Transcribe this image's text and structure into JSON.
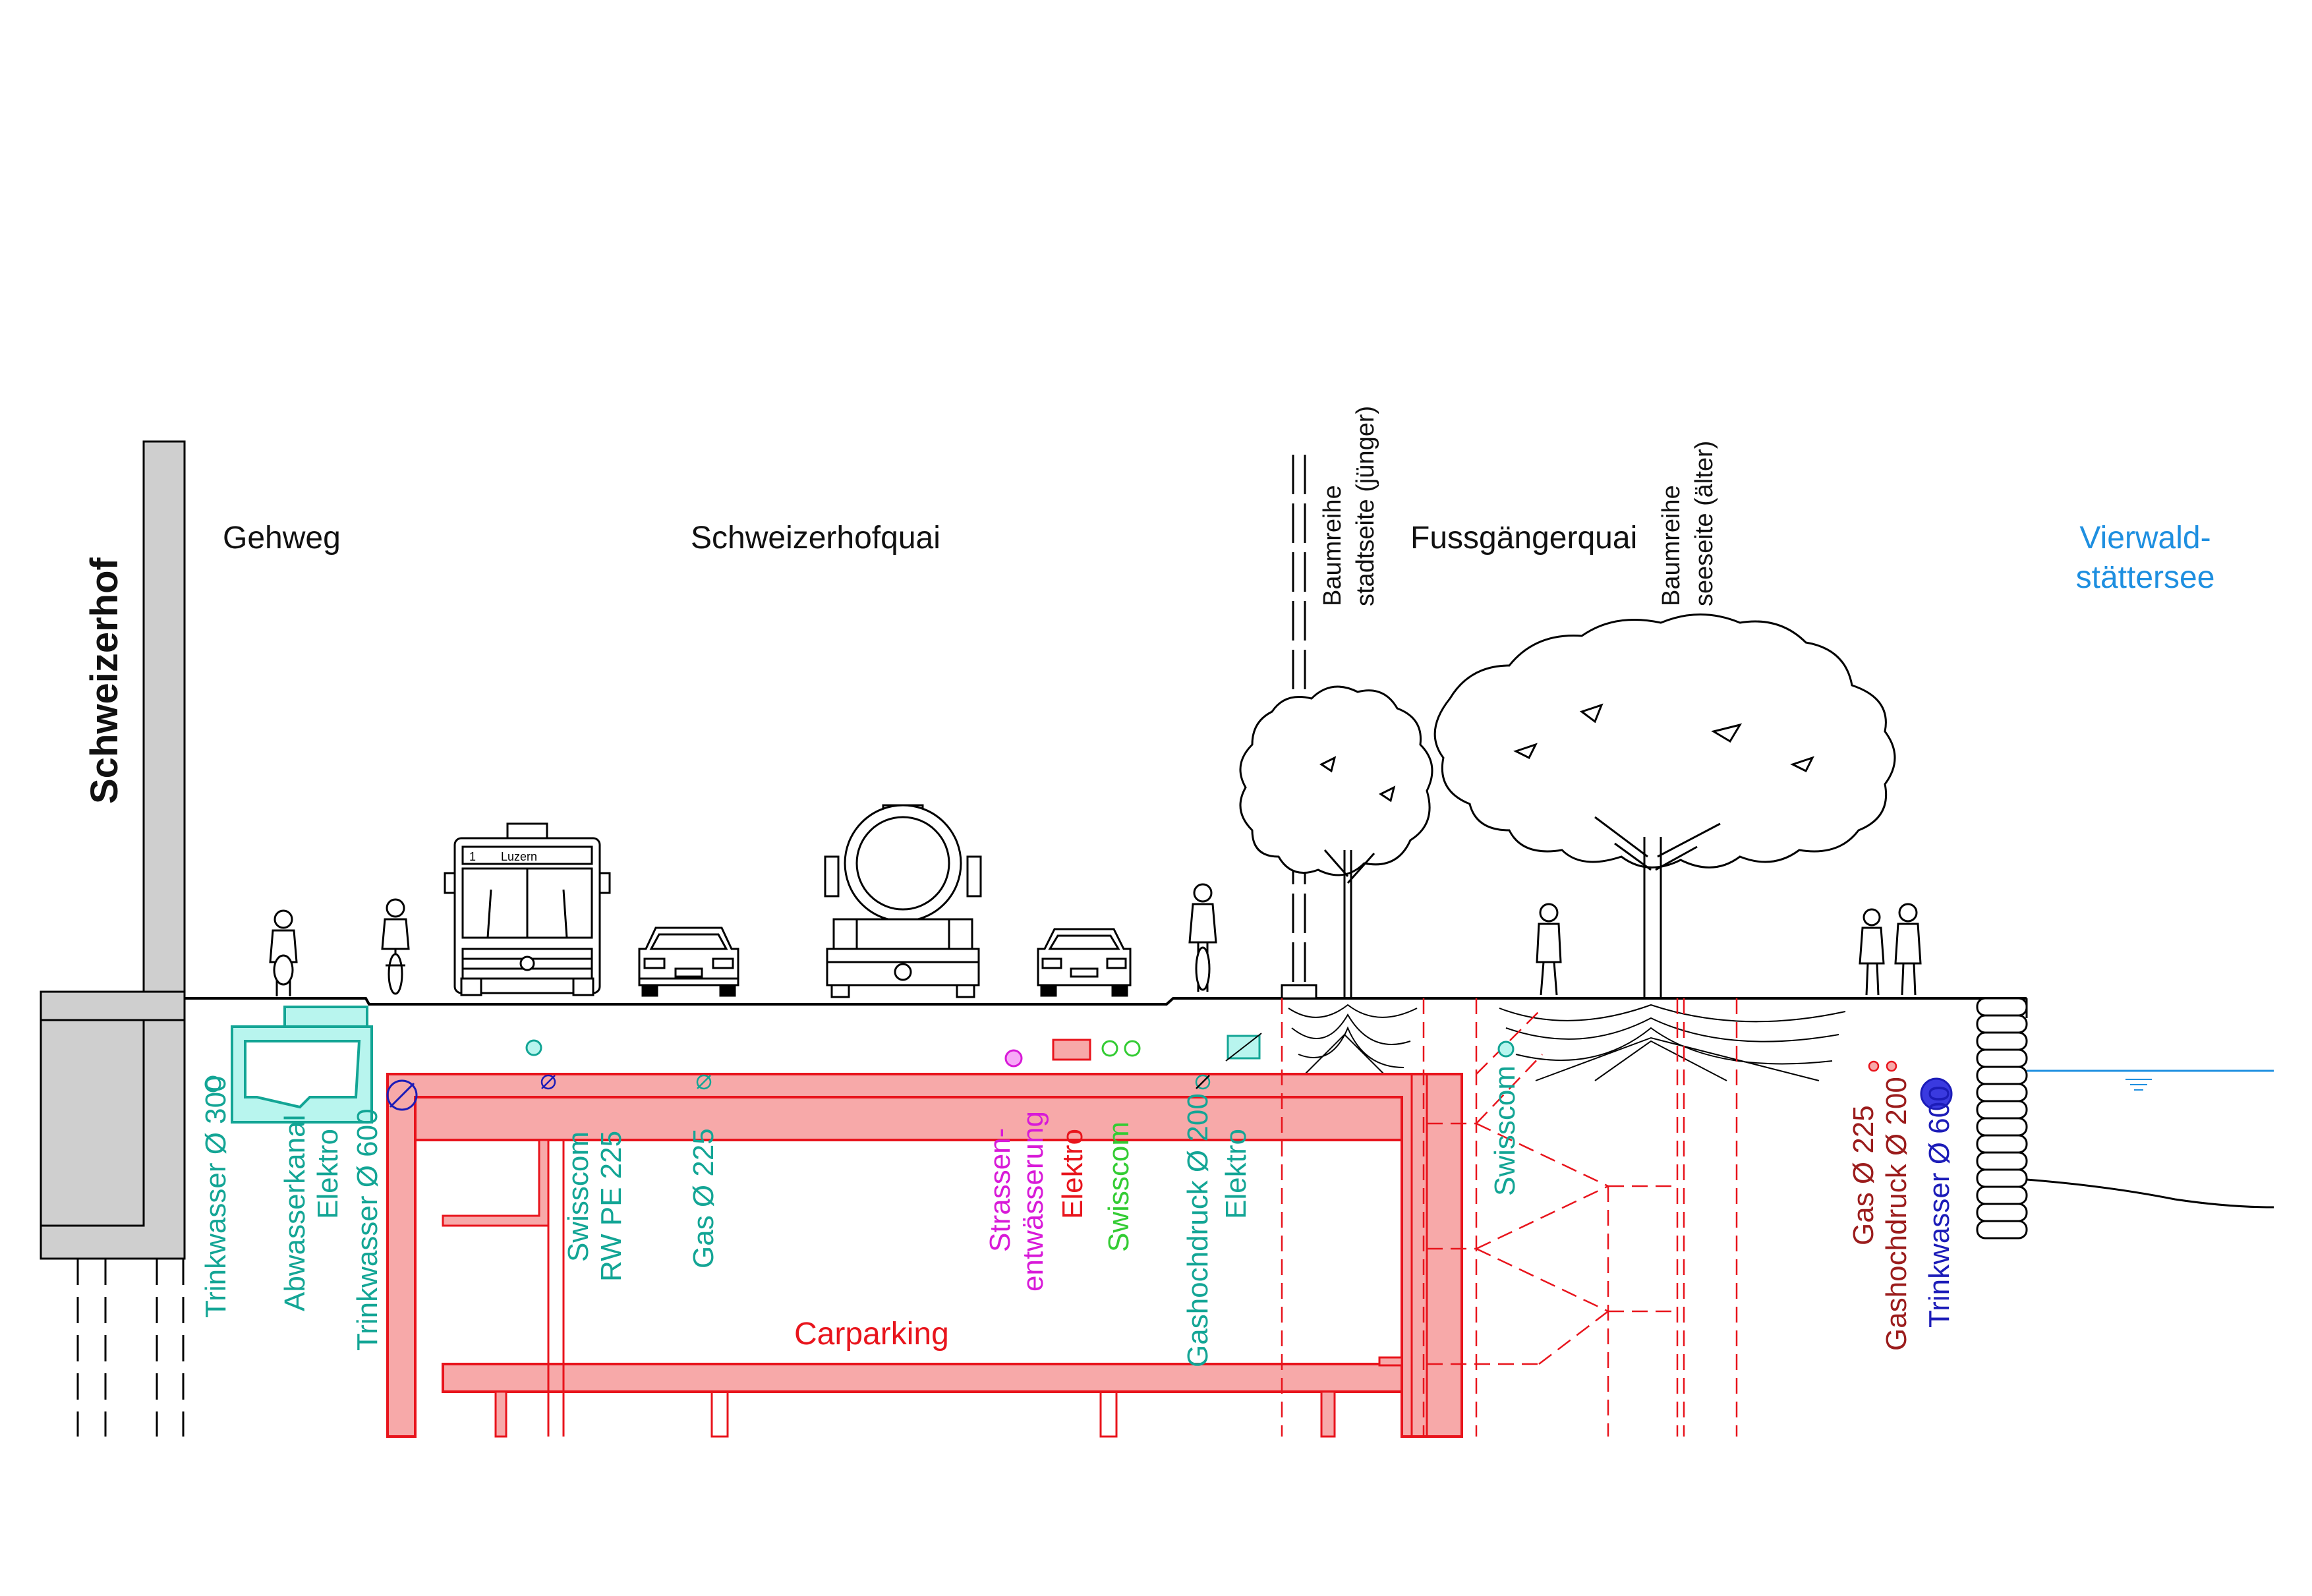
{
  "labels": {
    "building": "Schweizerhof",
    "gehweg": "Gehweg",
    "street": "Schweizerhofquai",
    "promenade": "Fussgängerquai",
    "lake_line1": "Vierwald-",
    "lake_line2": "stättersee",
    "trees_city_line1": "Baumreihe",
    "trees_city_line2": "stadtseite (jünger)",
    "trees_lake_line1": "Baumreihe",
    "trees_lake_line2": "seeseite (älter)",
    "carparking": "Carparking",
    "bus_sign": "Luzern",
    "bus_number": "1"
  },
  "utilities": {
    "trinkwasser_300": "Trinkwasser Ø 300",
    "abwasserkanal": "Abwasserkanal",
    "elektro_left": "Elektro",
    "trinkwasser_600_left": "Trinkwasser Ø 600",
    "swisscom_left": "Swisscom",
    "rw_pe_225": "RW PE 225",
    "gas_225_left": "Gas Ø 225",
    "strassen": "Strassen-",
    "entwaesserung": "entwässerung",
    "elektro_mid": "Elektro",
    "swisscom_mid": "Swisscom",
    "gashochdruck_200_mid": "Gashochdruck Ø 200",
    "elektro_mid2": "Elektro",
    "swisscom_right": "Swisscom",
    "gas_225_right": "Gas Ø 225",
    "gashochdruck_200_right": "Gashochdruck Ø 200",
    "trinkwasser_600_right": "Trinkwasser Ø 600"
  },
  "colors": {
    "teal": "#13a595",
    "red": "#e8141c",
    "red_fill": "#f7a9a9",
    "magenta": "#d81ad8",
    "green": "#33cc33",
    "dark_red": "#9b1c1c",
    "blue": "#1c1cb8",
    "lake_blue": "#1e8fe0",
    "wall_gray": "#cfcfcf"
  }
}
